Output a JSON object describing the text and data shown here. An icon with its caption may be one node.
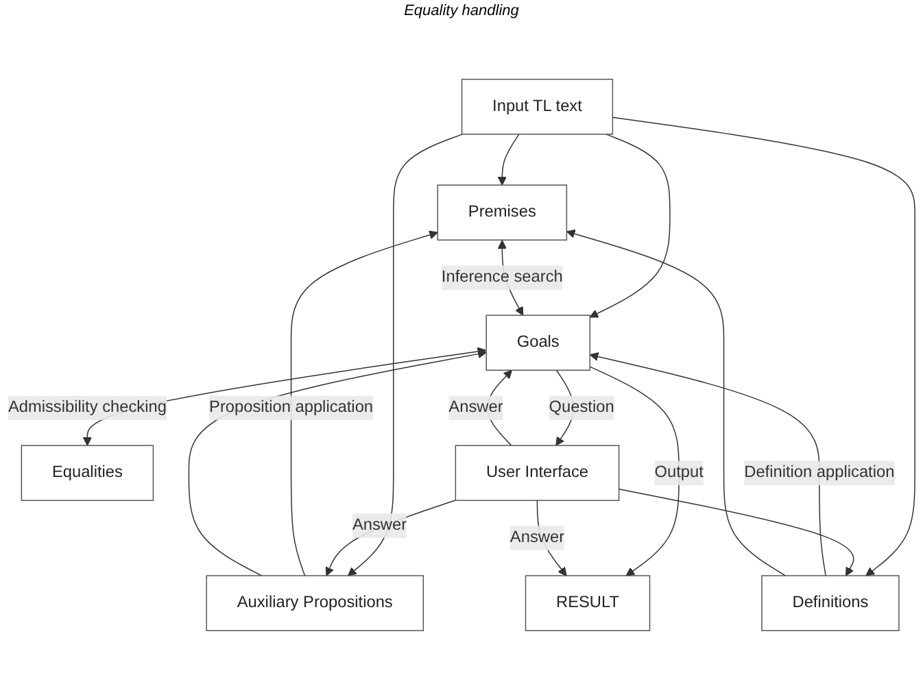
{
  "diagram": {
    "nodes": [
      {
        "text": [
          "Input TL text"
        ]
      },
      {
        "text": [
          "Premises"
        ]
      },
      {
        "text": [
          "Auxiliary Propositions"
        ]
      },
      {
        "text": [
          "Goals"
        ]
      },
      {
        "text": [
          "Definitions"
        ]
      },
      {
        "text": [
          "Equalities"
        ]
      },
      {
        "text": [
          "User Interface"
        ]
      },
      {
        "text": [
          "RESULT"
        ]
      }
    ],
    "edges": [
      {
        "from": 0,
        "to": 1,
        "arrow": "to"
      },
      {
        "from": 0,
        "to": 3,
        "arrow": "to"
      },
      {
        "from": 0,
        "to": 2,
        "arrow": "to"
      },
      {
        "from": 0,
        "to": 4,
        "arrow": "to"
      },
      {
        "from": 2,
        "to": 1,
        "arrow": "to",
        "label": "Proposition application"
      },
      {
        "from": 2,
        "to": 3,
        "arrow": "to"
      },
      {
        "from": 4,
        "to": 3,
        "arrow": "to",
        "label": "Definition application"
      },
      {
        "from": 4,
        "to": 1,
        "arrow": "to"
      },
      {
        "from": 1,
        "to": 3,
        "arrow": "both",
        "label": "Inference search"
      },
      {
        "from": 3,
        "to": 5,
        "arrow": "both",
        "label": "Admissibility checking"
      },
      {
        "from": 3,
        "to": 6,
        "arrow": "to",
        "label": "Question"
      },
      {
        "from": 6,
        "to": 3,
        "arrow": "to",
        "label": "Answer"
      },
      {
        "from": 6,
        "to": 2,
        "arrow": "to",
        "label": "Answer"
      },
      {
        "from": 6,
        "to": 4,
        "arrow": "to"
      },
      {
        "from": 3,
        "to": 7,
        "arrow": "to",
        "label": "Output"
      },
      {
        "from": 6,
        "to": 7,
        "arrow": "to",
        "label": "Answer"
      }
    ],
    "labels": [
      "Equality handling"
    ]
  }
}
